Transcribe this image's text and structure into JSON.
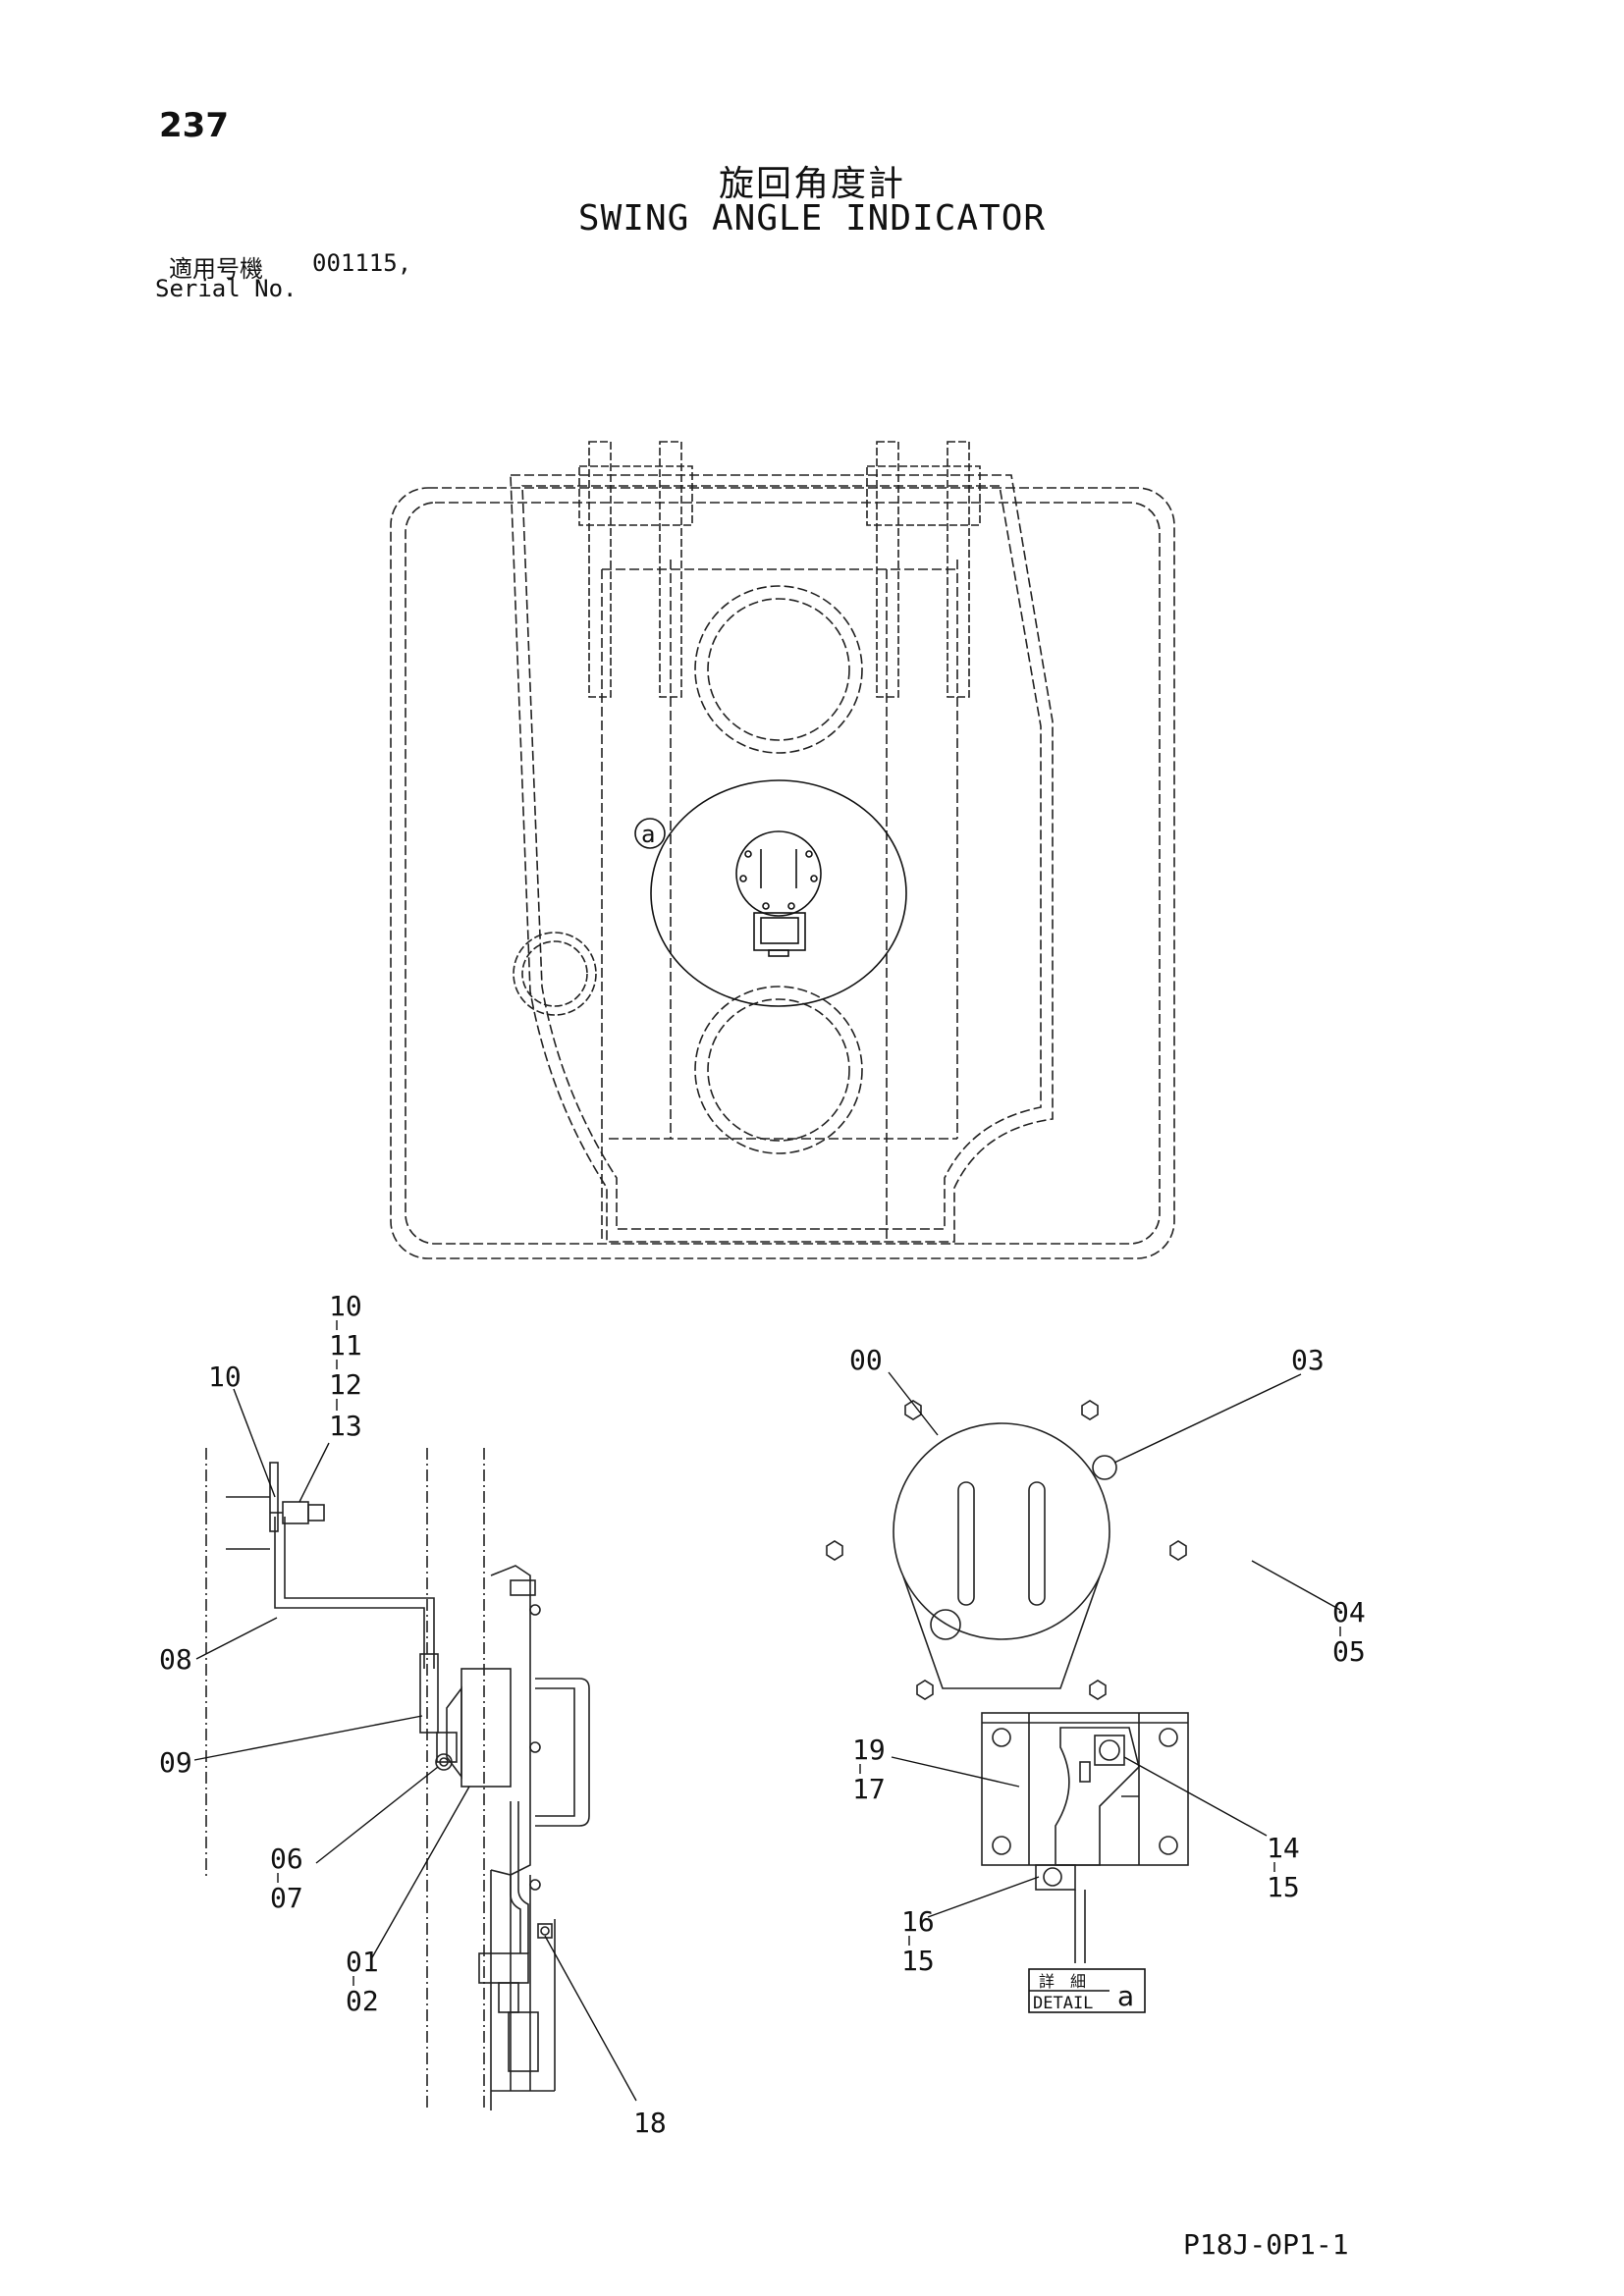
{
  "page_number": "237",
  "title_jp": "旋回角度計",
  "title_en": "SWING ANGLE INDICATOR",
  "serial": {
    "label_jp": "適用号機",
    "value": "001115,",
    "label_en": "Serial No."
  },
  "detail_marker": "a",
  "callouts": {
    "c10_top": "10",
    "c11": "11",
    "c12": "12",
    "c13": "13",
    "c10_left": "10",
    "c08": "08",
    "c09": "09",
    "c06": "06",
    "c07": "07",
    "c01": "01",
    "c02": "02",
    "c18": "18",
    "c00": "00",
    "c03": "03",
    "c04": "04",
    "c05": "05",
    "c19": "19",
    "c17": "17",
    "c14": "14",
    "c15a": "15",
    "c16": "16",
    "c15b": "15"
  },
  "detail_box": {
    "jp": "詳　細",
    "en": "DETAIL",
    "marker": "a"
  },
  "doc_code": "P18J-0P1-1"
}
